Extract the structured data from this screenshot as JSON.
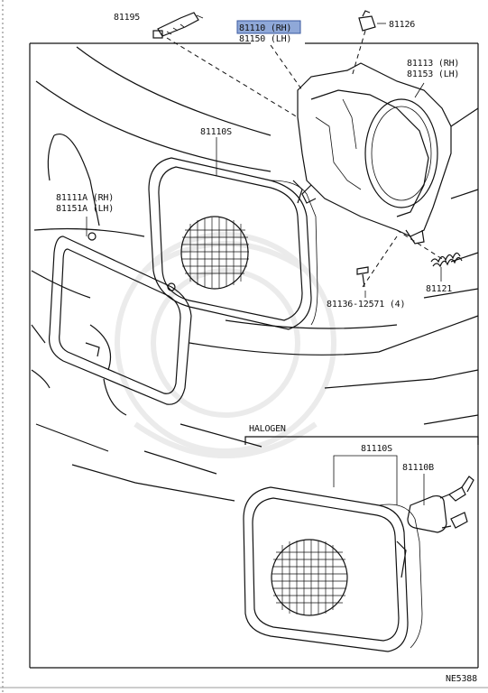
{
  "diagram": {
    "drawing_code": "NE5388",
    "section_title": "HALOGEN",
    "labels": [
      {
        "id": "p81195",
        "text": "81195"
      },
      {
        "id": "p81110",
        "text": "81110 (RH)",
        "highlight": true
      },
      {
        "id": "p81150",
        "text": "81150 (LH)"
      },
      {
        "id": "p81126",
        "text": "81126"
      },
      {
        "id": "p81113",
        "text": "81113 (RH)"
      },
      {
        "id": "p81153",
        "text": "81153 (LH)"
      },
      {
        "id": "p81110s_top",
        "text": "81110S"
      },
      {
        "id": "p81111a",
        "text": "81111A (RH)"
      },
      {
        "id": "p81151a",
        "text": "81151A (LH)"
      },
      {
        "id": "p81136",
        "text": "81136-12571 (4)"
      },
      {
        "id": "p81121",
        "text": "81121"
      },
      {
        "id": "p81110s_bottom",
        "text": "81110S"
      },
      {
        "id": "p81110b",
        "text": "81110B"
      }
    ],
    "highlight_color": "#8fa8d8"
  }
}
